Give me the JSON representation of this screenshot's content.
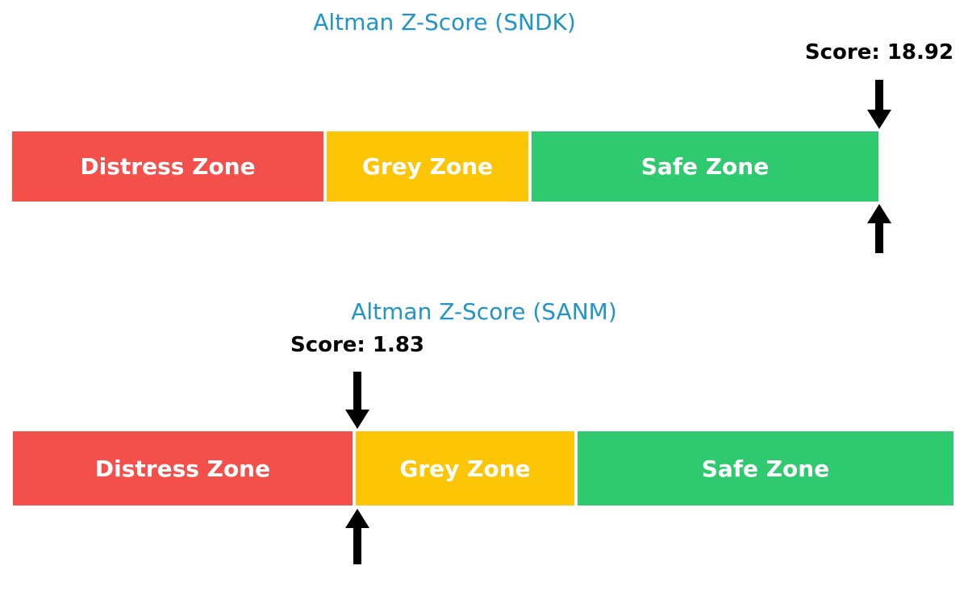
{
  "colors": {
    "title_blue": "#2095C8",
    "distress_red": "#F4504B",
    "grey_yellow": "#FCC505",
    "safe_green": "#2FC96F",
    "arrow_black": "#000000",
    "zone_label_white": "#FFFFFF",
    "score_black": "#000000"
  },
  "charts": [
    {
      "title": "Altman Z-Score (SNDK)",
      "ticker": "SNDK",
      "score": 18.92,
      "score_label": "Score: 18.92",
      "zones": [
        {
          "label": "Distress Zone",
          "color": "#F4504B"
        },
        {
          "label": "Grey Zone",
          "color": "#FCC505"
        },
        {
          "label": "Safe Zone",
          "color": "#2FC96F"
        }
      ],
      "marker": "arrows above and below bar at right edge of Safe Zone"
    },
    {
      "title": "Altman Z-Score (SANM)",
      "ticker": "SANM",
      "score": 1.83,
      "score_label": "Score: 1.83",
      "zones": [
        {
          "label": "Distress Zone",
          "color": "#F4504B"
        },
        {
          "label": "Grey Zone",
          "color": "#FCC505"
        },
        {
          "label": "Safe Zone",
          "color": "#2FC96F"
        }
      ],
      "marker": "arrows above and below bar at boundary between Distress Zone and Grey Zone"
    }
  ],
  "chart_data": [
    {
      "type": "bar",
      "subtype": "zone-gauge",
      "title": "Altman Z-Score (SNDK)",
      "ticker": "SNDK",
      "score": 18.92,
      "annotation": "Score: 18.92",
      "categories": [
        "Distress Zone",
        "Grey Zone",
        "Safe Zone"
      ],
      "zone_colors": [
        "#F4504B",
        "#FCC505",
        "#2FC96F"
      ],
      "zone_width_fractions": [
        0.36,
        0.24,
        0.4
      ],
      "marker": {
        "value": 18.92,
        "position": "right edge of Safe Zone (clamped at maximum)",
        "style": "black down-arrow above bar and up-arrow below bar"
      },
      "legend": "none",
      "grid": false,
      "axes_visible": false
    },
    {
      "type": "bar",
      "subtype": "zone-gauge",
      "title": "Altman Z-Score (SANM)",
      "ticker": "SANM",
      "score": 1.83,
      "annotation": "Score: 1.83",
      "categories": [
        "Distress Zone",
        "Grey Zone",
        "Safe Zone"
      ],
      "zone_colors": [
        "#F4504B",
        "#FCC505",
        "#2FC96F"
      ],
      "zone_width_fractions": [
        0.36,
        0.24,
        0.4
      ],
      "marker": {
        "value": 1.83,
        "position": "boundary between Distress Zone and Grey Zone",
        "style": "black down-arrow above bar and up-arrow below bar"
      },
      "legend": "none",
      "grid": false,
      "axes_visible": false
    }
  ]
}
